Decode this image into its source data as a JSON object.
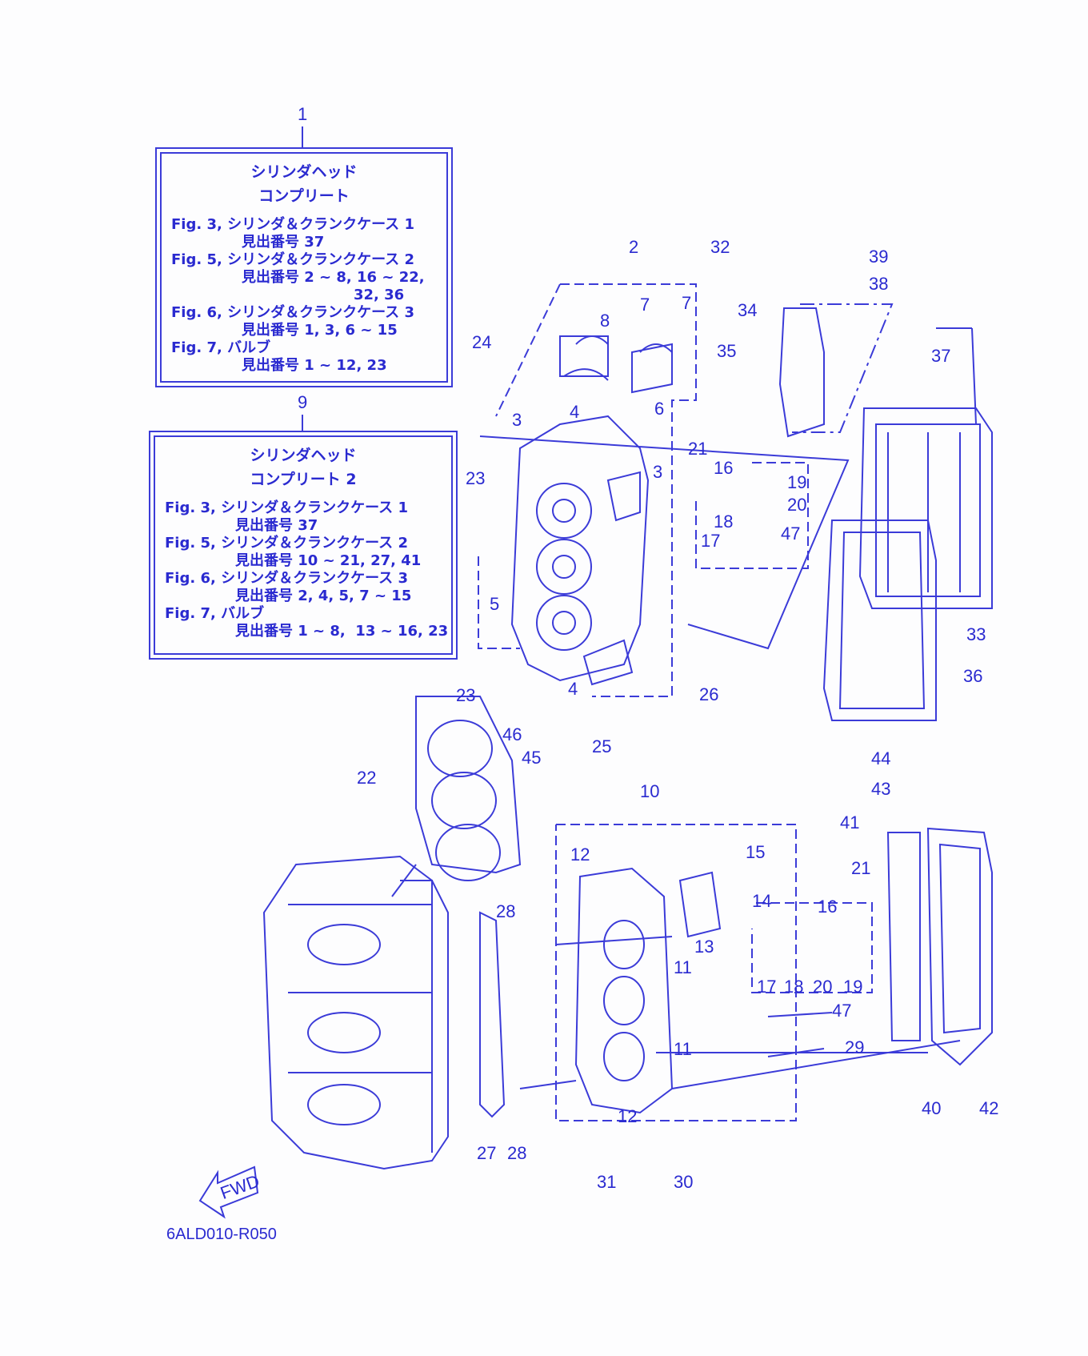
{
  "colors": {
    "ink": "#2a2ad0",
    "line": "#3b3bd8",
    "background": "#fdfdfe"
  },
  "box1": {
    "callout": "1",
    "title1": "シリンダヘッド",
    "title2": "コンプリート",
    "lines": [
      "Fig. 3, シリンダ＆クランクケース 1",
      "見出番号 37",
      "Fig. 5, シリンダ＆クランクケース 2",
      "見出番号 2 ~ 8, 16 ~ 22,",
      "32, 36",
      "Fig. 6, シリンダ＆クランクケース 3",
      "見出番号 1, 3, 6 ~ 15",
      "Fig. 7, バルブ",
      "見出番号 1 ~ 12, 23"
    ]
  },
  "box2": {
    "callout": "9",
    "title1": "シリンダヘッド",
    "title2": "コンプリート 2",
    "lines": [
      "Fig. 3, シリンダ＆クランクケース 1",
      "見出番号 37",
      "Fig. 5, シリンダ＆クランクケース 2",
      "見出番号 10 ~ 21, 27, 41",
      "Fig. 6, シリンダ＆クランクケース 3",
      "見出番号 2, 4, 5, 7 ~ 15",
      "Fig. 7, バルブ",
      "見出番号 1 ~ 8,  13 ~ 16, 23"
    ]
  },
  "fwd_label": "FWD",
  "reference_code": "6ALD010-R050",
  "callouts": [
    "2",
    "32",
    "7",
    "7",
    "8",
    "24",
    "3",
    "4",
    "6",
    "3",
    "39",
    "38",
    "34",
    "35",
    "37",
    "21",
    "16",
    "19",
    "20",
    "18",
    "47",
    "17",
    "23",
    "5",
    "33",
    "36",
    "23",
    "4",
    "26",
    "46",
    "45",
    "25",
    "22",
    "44",
    "43",
    "10",
    "41",
    "21",
    "12",
    "15",
    "14",
    "16",
    "13",
    "28",
    "17",
    "18",
    "20",
    "19",
    "11",
    "47",
    "11",
    "29",
    "40",
    "42",
    "27",
    "28",
    "12",
    "31",
    "30"
  ]
}
